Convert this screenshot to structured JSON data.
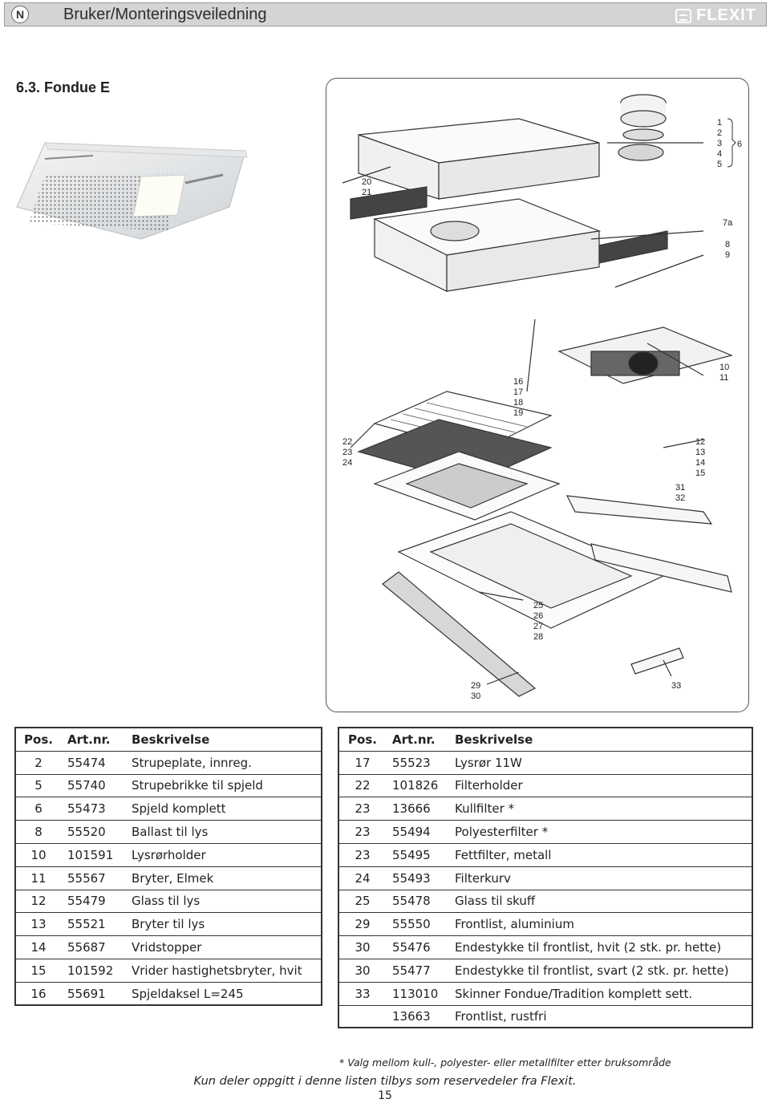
{
  "header": {
    "lang": "N",
    "title": "Bruker/Monteringsveiledning",
    "brand": "FLEXIT"
  },
  "section_title": "6.3.  Fondue E",
  "diagram": {
    "callouts": [
      {
        "id": "c-1-6",
        "lines": [
          "1",
          "2",
          "3",
          "4",
          "5"
        ],
        "group": "6"
      },
      {
        "id": "c-20",
        "lines": [
          "20",
          "21"
        ]
      },
      {
        "id": "c-7a",
        "lines": [
          "7a"
        ]
      },
      {
        "id": "c-8",
        "lines": [
          "8",
          "9"
        ]
      },
      {
        "id": "c-10",
        "lines": [
          "10",
          "11"
        ]
      },
      {
        "id": "c-16",
        "lines": [
          "16",
          "17",
          "18",
          "19"
        ]
      },
      {
        "id": "c-22",
        "lines": [
          "22",
          "23",
          "24"
        ]
      },
      {
        "id": "c-12",
        "lines": [
          "12",
          "13",
          "14",
          "15"
        ]
      },
      {
        "id": "c-31",
        "lines": [
          "31",
          "32"
        ]
      },
      {
        "id": "c-25",
        "lines": [
          "25",
          "26",
          "27",
          "28"
        ]
      },
      {
        "id": "c-29",
        "lines": [
          "29",
          "30"
        ]
      },
      {
        "id": "c-33",
        "lines": [
          "33"
        ]
      }
    ]
  },
  "table_left": {
    "headers": [
      "Pos.",
      "Art.nr.",
      "Beskrivelse"
    ],
    "rows": [
      [
        "2",
        "55474",
        "Strupeplate, innreg."
      ],
      [
        "5",
        "55740",
        "Strupebrikke til spjeld"
      ],
      [
        "6",
        "55473",
        "Spjeld komplett"
      ],
      [
        "8",
        "55520",
        "Ballast til lys"
      ],
      [
        "10",
        "101591",
        "Lysrørholder"
      ],
      [
        "11",
        "55567",
        "Bryter, Elmek"
      ],
      [
        "12",
        "55479",
        "Glass til lys"
      ],
      [
        "13",
        "55521",
        "Bryter til lys"
      ],
      [
        "14",
        "55687",
        "Vridstopper"
      ],
      [
        "15",
        "101592",
        "Vrider  hastighetsbryter, hvit"
      ],
      [
        "16",
        "55691",
        "Spjeldaksel L=245"
      ]
    ]
  },
  "table_right": {
    "headers": [
      "Pos.",
      "Art.nr.",
      "Beskrivelse"
    ],
    "rows": [
      [
        "17",
        "55523",
        "Lysrør 11W"
      ],
      [
        "22",
        "101826",
        "Filterholder"
      ],
      [
        "23",
        "13666",
        "Kullfilter *"
      ],
      [
        "23",
        "55494",
        "Polyesterfilter *"
      ],
      [
        "23",
        "55495",
        "Fettfilter, metall"
      ],
      [
        "24",
        "55493",
        "Filterkurv"
      ],
      [
        "25",
        "55478",
        "Glass til skuff"
      ],
      [
        "29",
        "55550",
        "Frontlist, aluminium"
      ],
      [
        "30",
        "55476",
        "Endestykke til frontlist, hvit (2 stk. pr. hette)"
      ],
      [
        "30",
        "55477",
        "Endestykke til frontlist, svart (2 stk. pr. hette)"
      ],
      [
        "33",
        "113010",
        "Skinner Fondue/Tradition komplett sett."
      ],
      [
        "",
        "13663",
        "Frontlist, rustfri"
      ]
    ]
  },
  "footnote": "* Valg mellom kull-, polyester- eller metallfilter etter bruksområde",
  "footer_note": "Kun deler oppgitt i denne listen tilbys som reservedeler fra Flexit.",
  "page_number": "15"
}
